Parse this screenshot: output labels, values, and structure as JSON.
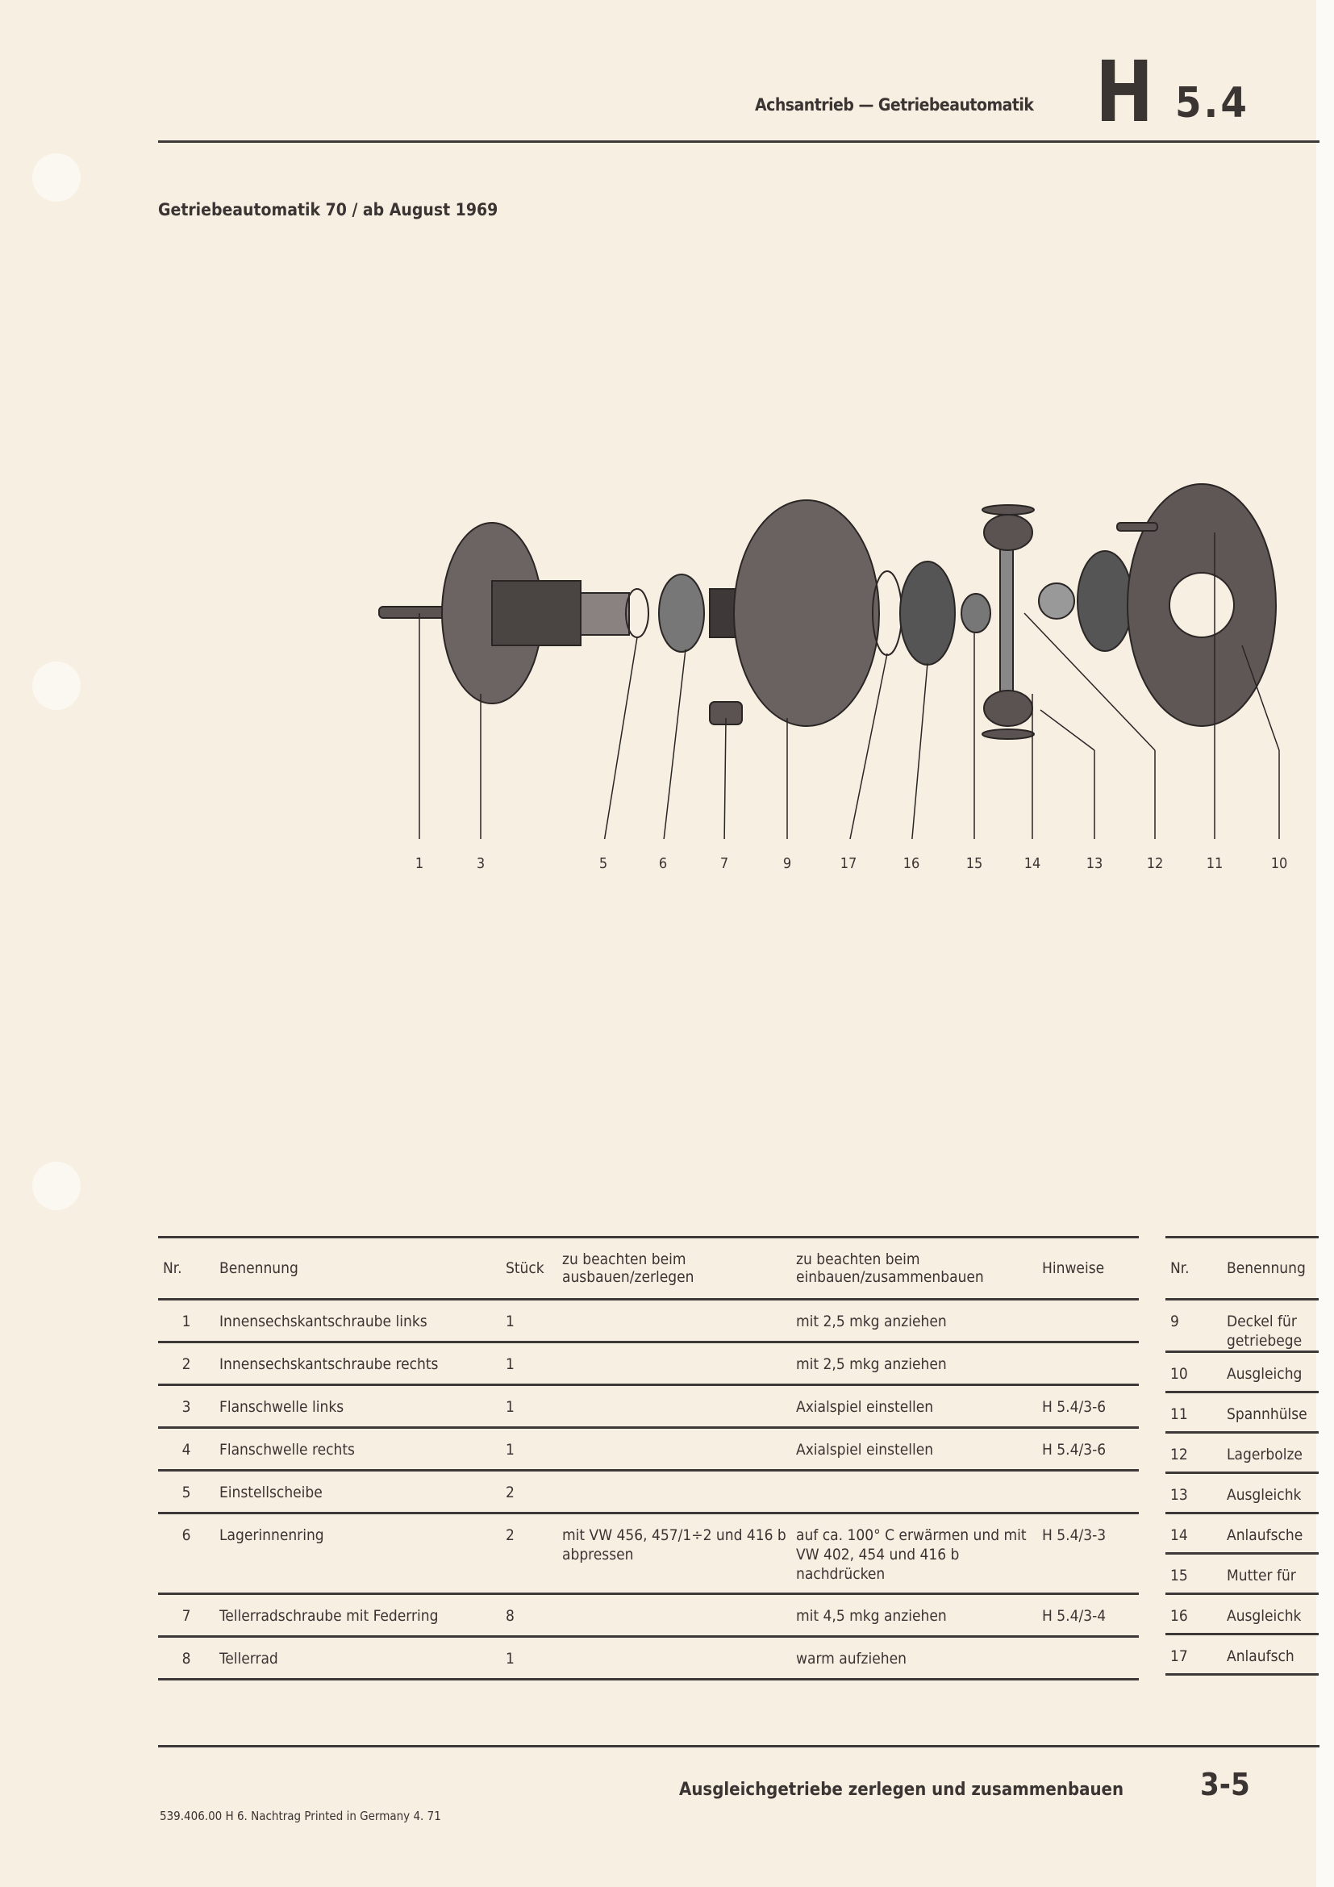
{
  "header": {
    "section": "Achsantrieb — Getriebeautomatik",
    "code_letter": "H",
    "code_number": "5.4"
  },
  "title": "Getriebeautomatik 70 / ab August 1969",
  "diagram": {
    "labels": [
      "1",
      "3",
      "5",
      "6",
      "7",
      "9",
      "17",
      "16",
      "15",
      "14",
      "13",
      "12",
      "11",
      "10"
    ]
  },
  "table": {
    "headers": [
      "Nr.",
      "Benennung",
      "Stück",
      "zu beachten beim ausbauen/zerlegen",
      "zu beachten beim einbauen/zusammenbauen",
      "Hinweise"
    ],
    "rows": [
      [
        "1",
        "Innensechskantschraube links",
        "1",
        "",
        "mit 2,5 mkg anziehen",
        ""
      ],
      [
        "2",
        "Innensechskantschraube rechts",
        "1",
        "",
        "mit 2,5 mkg anziehen",
        ""
      ],
      [
        "3",
        "Flanschwelle links",
        "1",
        "",
        "Axialspiel einstellen",
        "H 5.4/3-6"
      ],
      [
        "4",
        "Flanschwelle rechts",
        "1",
        "",
        "Axialspiel einstellen",
        "H 5.4/3-6"
      ],
      [
        "5",
        "Einstellscheibe",
        "2",
        "",
        "",
        ""
      ],
      [
        "6",
        "Lagerinnenring",
        "2",
        "mit VW 456, 457/1÷2 und 416 b abpressen",
        "auf ca. 100° C erwärmen und mit VW 402, 454 und 416 b nachdrücken",
        "H 5.4/3-3"
      ],
      [
        "7",
        "Tellerradschraube mit Federring",
        "8",
        "",
        "mit 4,5 mkg anziehen",
        "H 5.4/3-4"
      ],
      [
        "8",
        "Tellerrad",
        "1",
        "",
        "warm aufziehen",
        ""
      ]
    ]
  },
  "table2": {
    "headers": [
      "Nr.",
      "Benennung"
    ],
    "rows": [
      [
        "9",
        "Deckel für getriebege"
      ],
      [
        "10",
        "Ausgleichg"
      ],
      [
        "11",
        "Spannhülse"
      ],
      [
        "12",
        "Lagerbolze"
      ],
      [
        "13",
        "Ausgleichk"
      ],
      [
        "14",
        "Anlaufsche"
      ],
      [
        "15",
        "Mutter für"
      ],
      [
        "16",
        "Ausgleichk"
      ],
      [
        "17",
        "Anlaufsch"
      ]
    ]
  },
  "footer": {
    "title": "Ausgleichgetriebe zerlegen und zusammenbauen",
    "page": "3-5",
    "code": "539.406.00  H 6. Nachtrag  Printed in Germany  4. 71"
  }
}
